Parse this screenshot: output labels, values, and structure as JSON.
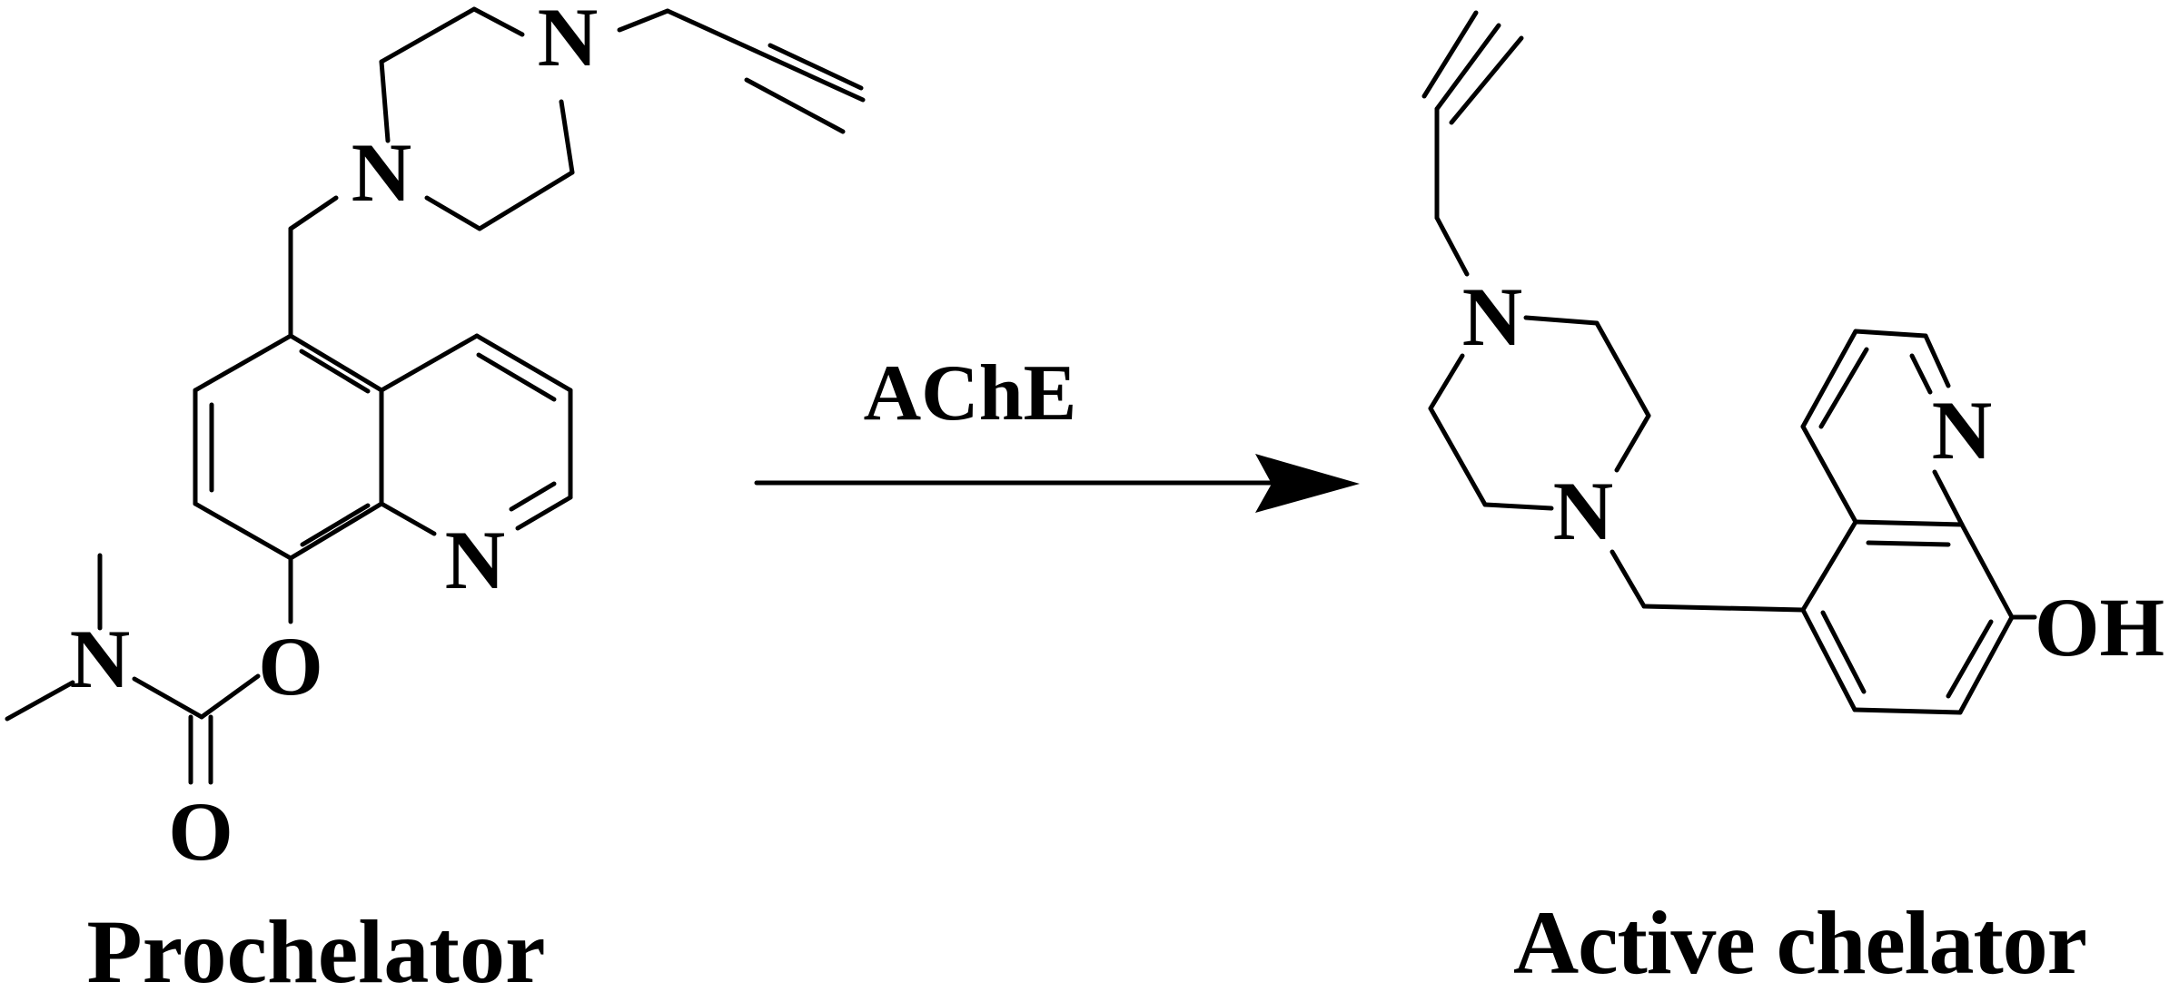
{
  "reagent": "AChE",
  "prochelator": {
    "caption": "Prochelator",
    "atoms": {
      "n_piperazine_top": "N",
      "n_piperazine_bottom": "N",
      "n_quinoline": "N",
      "o_ester": "O",
      "n_carbamate": "N",
      "o_carbonyl": "O"
    }
  },
  "active_chelator": {
    "caption": "Active chelator",
    "atoms": {
      "n_piperazine_top": "N",
      "n_piperazine_bottom": "N",
      "n_quinoline": "N",
      "hydroxyl": "OH"
    }
  }
}
